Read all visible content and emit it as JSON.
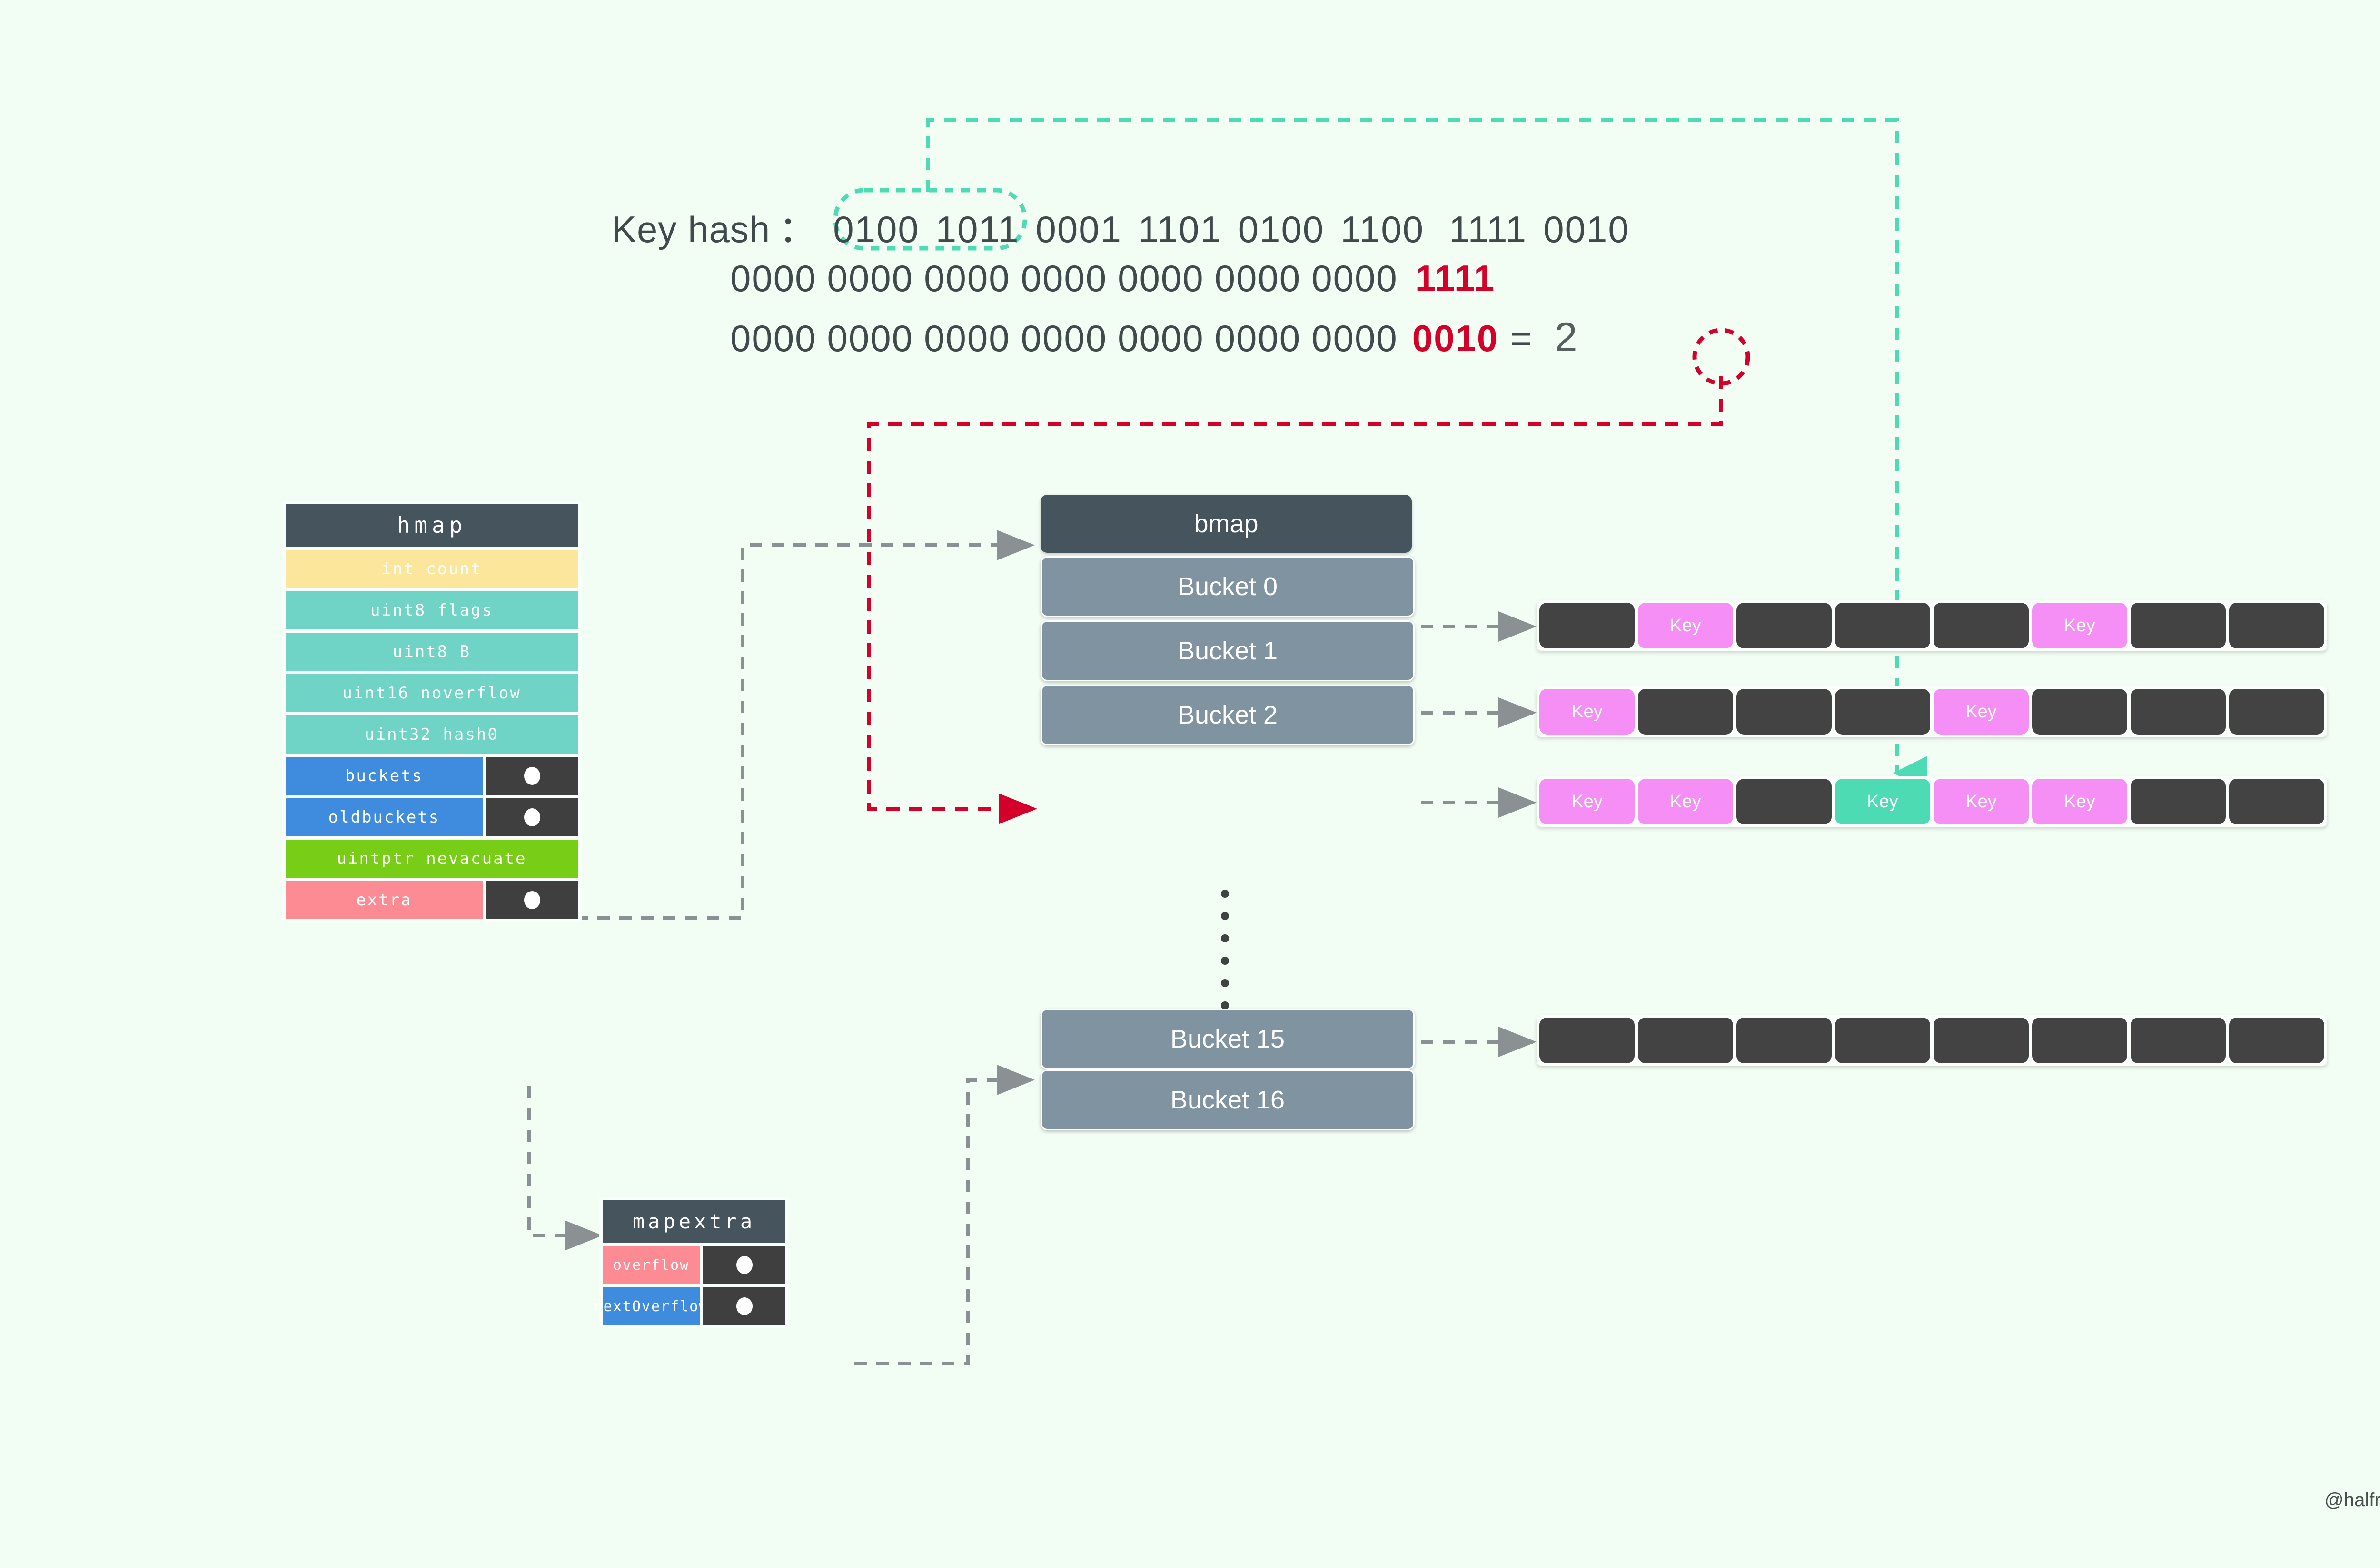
{
  "diagram": {
    "title_text": "Key hash",
    "watermark": "@halfrost"
  },
  "hash": {
    "label": "Key hash",
    "colon": "：",
    "row1": [
      "0100",
      "1011",
      "0001",
      "1101",
      "0100",
      "1100",
      "1111",
      "0010"
    ],
    "row1_highlight_count": 2,
    "row2": [
      "0000",
      "0000",
      "0000",
      "0000",
      "0000",
      "0000",
      "0000",
      "1111"
    ],
    "row2_red_index": 7,
    "row3": [
      "0000",
      "0000",
      "0000",
      "0000",
      "0000",
      "0000",
      "0000",
      "0010"
    ],
    "row3_red_index": 7,
    "equals": "=",
    "result": "2"
  },
  "hmap": {
    "title": "hmap",
    "fields": [
      {
        "label": "int count",
        "color": "#fce69b",
        "pointer": false
      },
      {
        "label": "uint8 flags",
        "color": "#6fd4c6",
        "pointer": false
      },
      {
        "label": "uint8 B",
        "color": "#6fd4c6",
        "pointer": false
      },
      {
        "label": "uint16 noverflow",
        "color": "#6fd4c6",
        "pointer": false
      },
      {
        "label": "uint32 hash0",
        "color": "#6fd4c6",
        "pointer": false
      },
      {
        "label": "buckets",
        "color": "#3f8bdd",
        "pointer": true
      },
      {
        "label": "oldbuckets",
        "color": "#3f8bdd",
        "pointer": true
      },
      {
        "label": "uintptr nevacuate",
        "color": "#78cd16",
        "pointer": false
      },
      {
        "label": "extra",
        "color": "#fd8b94",
        "pointer": true
      }
    ]
  },
  "mapextra": {
    "title": "mapextra",
    "fields": [
      {
        "label": "overflow",
        "color": "#fd8b94",
        "pointer": true
      },
      {
        "label": "nextOverflow",
        "color": "#3f8bdd",
        "pointer": true
      }
    ]
  },
  "buckets": {
    "header": "bmap",
    "top_items": [
      "Bucket 0",
      "Bucket 1",
      "Bucket 2"
    ],
    "ellipsis_dots": 6,
    "bottom_items": [
      "Bucket 15",
      "Bucket 16"
    ]
  },
  "key_rows": [
    {
      "bucket": "Bucket 0",
      "cells": [
        "empty",
        "key",
        "empty",
        "empty",
        "empty",
        "key",
        "empty",
        "empty"
      ]
    },
    {
      "bucket": "Bucket 1",
      "cells": [
        "key",
        "empty",
        "empty",
        "empty",
        "key",
        "empty",
        "empty",
        "empty"
      ]
    },
    {
      "bucket": "Bucket 2",
      "cells": [
        "key",
        "key",
        "empty",
        "hit",
        "key",
        "key",
        "empty",
        "empty"
      ]
    },
    {
      "bucket": "Bucket 15",
      "cells": [
        "empty",
        "empty",
        "empty",
        "empty",
        "empty",
        "empty",
        "empty",
        "empty"
      ]
    }
  ],
  "cell_label": "Key",
  "colors": {
    "background": "#f2fdf4",
    "dark_header": "#46555d",
    "bucket": "#7f94a0",
    "cell_empty": "#434343",
    "cell_key": "#f58ef5",
    "cell_hit": "#4ddbb4",
    "teal_accent": "#4ddbb4",
    "red_accent": "#d4002a",
    "connector_gray": "#8b9093"
  }
}
